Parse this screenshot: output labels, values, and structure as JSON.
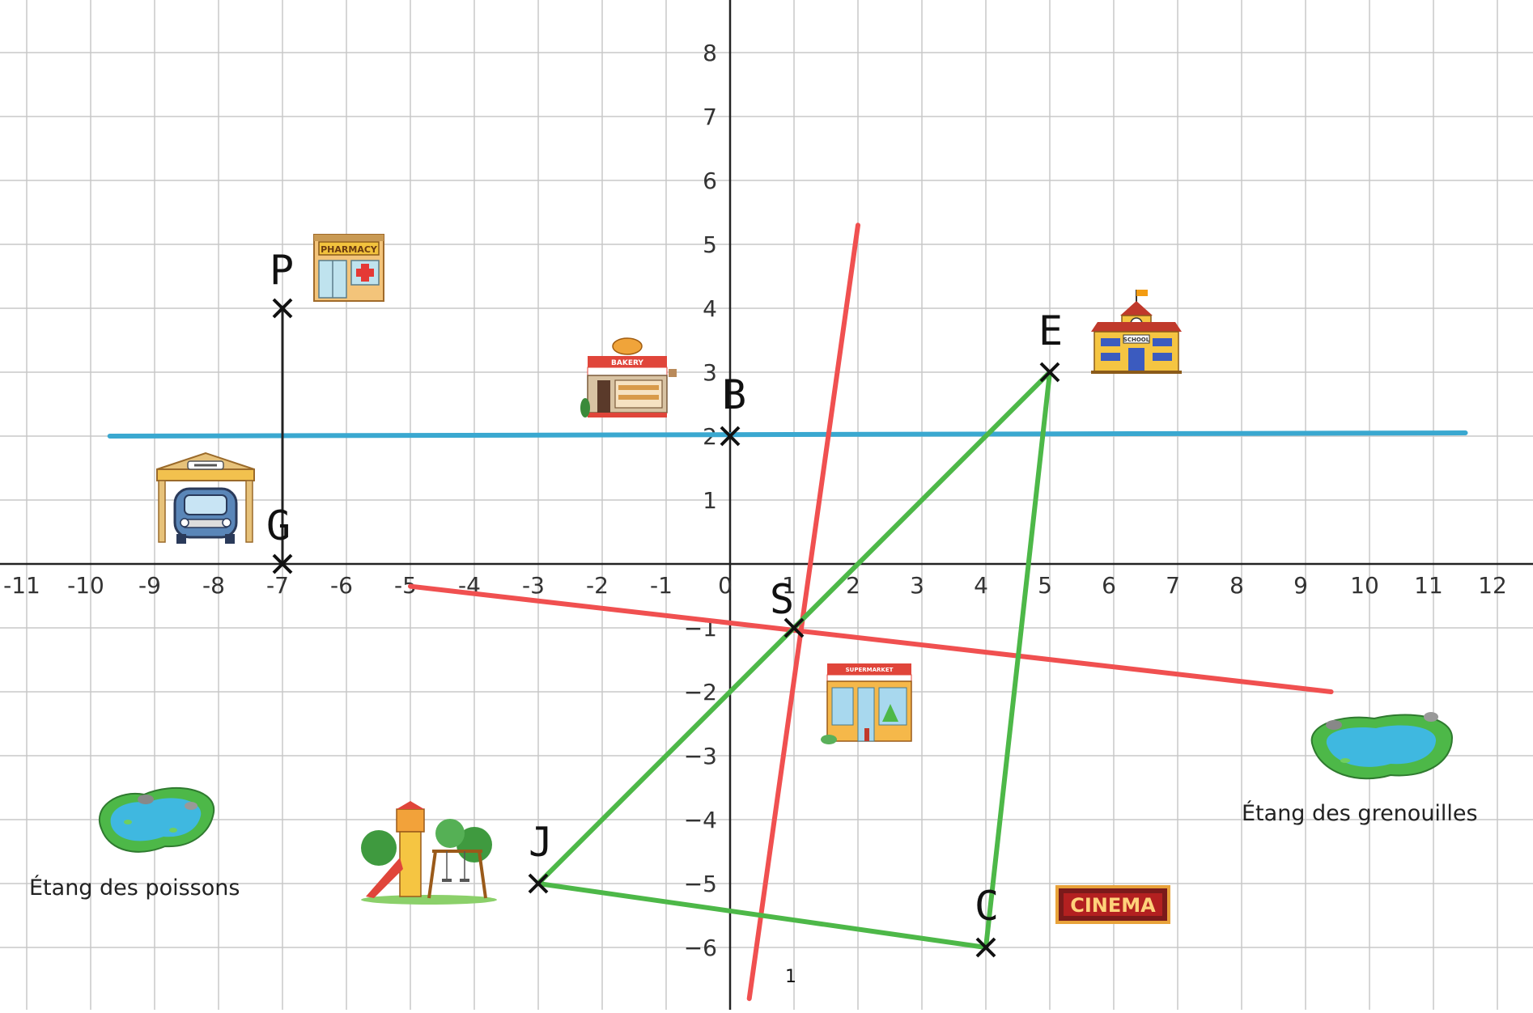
{
  "axis": {
    "x_ticks": [
      "-11",
      "-10",
      "-9",
      "-8",
      "-7",
      "-6",
      "-5",
      "-4",
      "-3",
      "-2",
      "-1",
      "0",
      "1",
      "2",
      "3",
      "4",
      "5",
      "6",
      "7",
      "8",
      "9",
      "10",
      "11",
      "12"
    ],
    "y_ticks": [
      "8",
      "7",
      "6",
      "5",
      "4",
      "3",
      "2",
      "1",
      "−1",
      "−2",
      "−3",
      "−4",
      "−5",
      "−6"
    ]
  },
  "points": [
    {
      "label": "P",
      "x": -7,
      "y": 4
    },
    {
      "label": "G",
      "x": -7,
      "y": 0
    },
    {
      "label": "B",
      "x": 0,
      "y": 2
    },
    {
      "label": "E",
      "x": 5,
      "y": 3
    },
    {
      "label": "S",
      "x": 1,
      "y": -1
    },
    {
      "label": "J",
      "x": -3,
      "y": -5
    },
    {
      "label": "C",
      "x": 4,
      "y": -6
    }
  ],
  "lines": {
    "blue": {
      "color": "#3aa8d0",
      "from": [
        -9.7,
        2
      ],
      "to": [
        11.5,
        2.05
      ]
    },
    "red_steep": {
      "color": "#f05050",
      "from": [
        0.3,
        -6.8
      ],
      "to": [
        2.0,
        5.3
      ]
    },
    "red_shallow": {
      "color": "#f05050",
      "from": [
        -5,
        -0.35
      ],
      "to": [
        9.4,
        -2
      ]
    },
    "black_segment": {
      "color": "#222222",
      "from": [
        -7,
        4
      ],
      "to": [
        -7,
        0
      ]
    },
    "green_triangle": {
      "color": "#4db848",
      "vertices": [
        [
          5,
          3
        ],
        [
          -3,
          -5
        ],
        [
          4,
          -6
        ]
      ]
    }
  },
  "places": {
    "pharmacy": {
      "sign": "PHARMACY"
    },
    "bakery": {
      "sign": "BAKERY"
    },
    "school": {
      "sign": "SCHOOL"
    },
    "supermarket": {
      "sign": "SUPERMARKET"
    },
    "cinema": {
      "sign": "CINEMA"
    },
    "pond_fish": {
      "caption": "Étang des poissons"
    },
    "pond_frogs": {
      "caption": "Étang des grenouilles"
    }
  },
  "page_number": "1",
  "colors": {
    "grid": "#c8c8c8",
    "axis": "#222222",
    "blue": "#3aa8d0",
    "red": "#f05050",
    "green": "#4db848"
  }
}
